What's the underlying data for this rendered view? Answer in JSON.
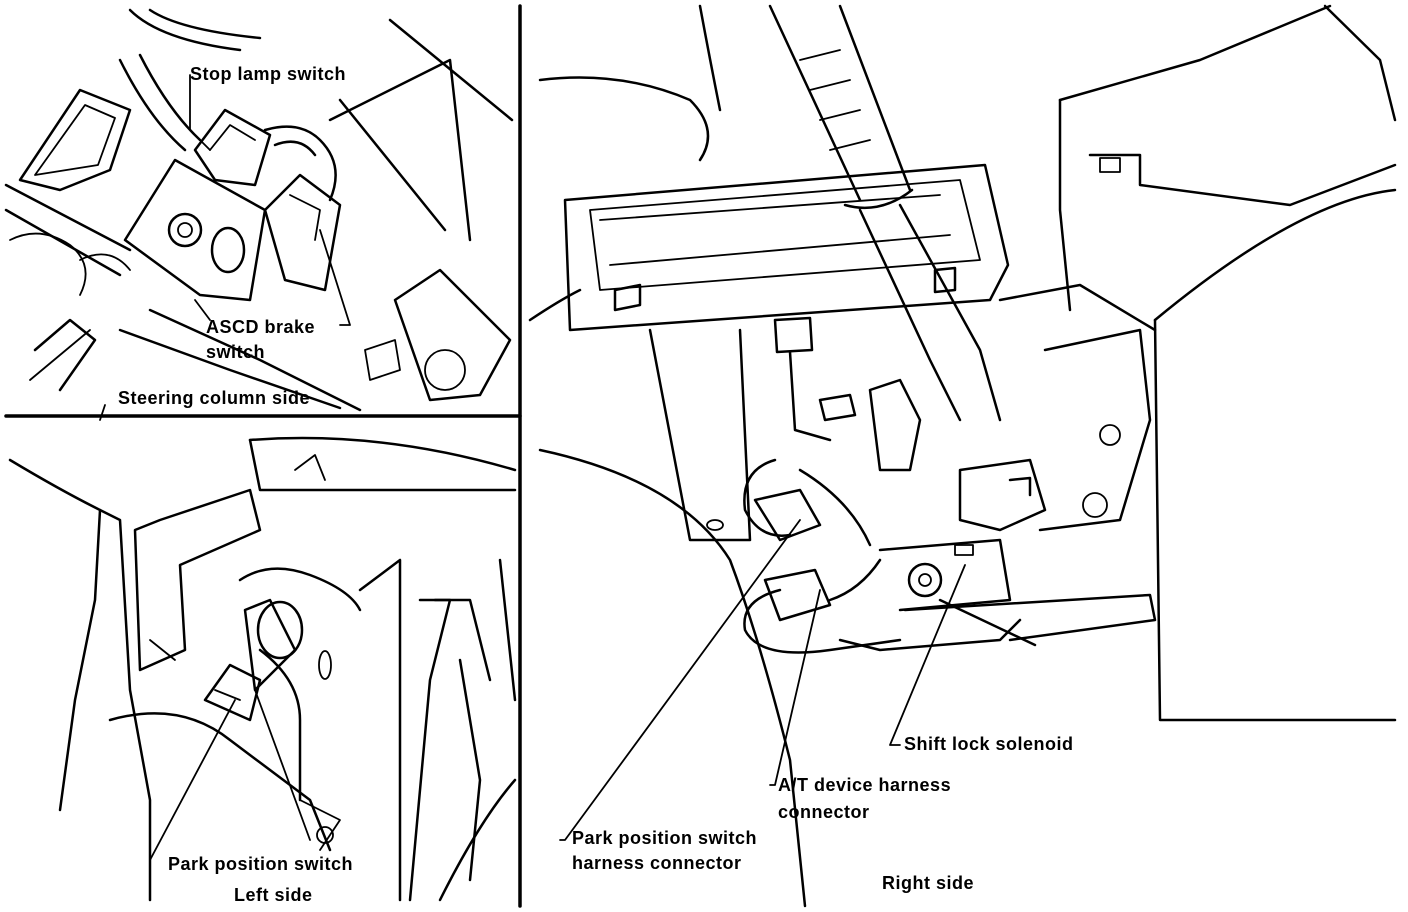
{
  "labels": {
    "stop_lamp_switch": "Stop lamp switch",
    "ascd_brake_switch_l1": "ASCD brake",
    "ascd_brake_switch_l2": "switch",
    "steering_column_side": "Steering column side",
    "park_position_switch": "Park position switch",
    "left_side": "Left side",
    "shift_lock_solenoid": "Shift lock solenoid",
    "at_device_harness_l1": "A/T device harness",
    "at_device_harness_l2": "connector",
    "park_switch_harness_l1": "Park position switch",
    "park_switch_harness_l2": "harness connector",
    "right_side": "Right side"
  }
}
